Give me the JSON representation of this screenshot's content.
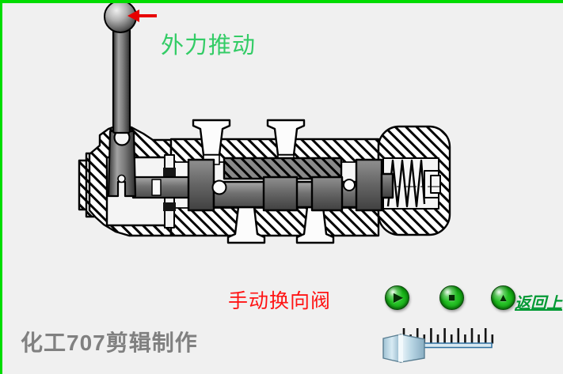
{
  "colors": {
    "frame_green": "#00DC00",
    "force_green": "#33CC66",
    "title_red": "#FF1414",
    "credit_gray": "#808080",
    "link_green": "#009933",
    "arrow_red": "#E80000"
  },
  "annotation": {
    "force_label": "外力推动"
  },
  "caption": {
    "valve_title": "手动换向阀"
  },
  "footer": {
    "credit": "化工707剪辑制作"
  },
  "nav": {
    "back_label": "返回上"
  },
  "player": {
    "play_glyph": "▶",
    "stop_glyph": "■",
    "up_glyph": "▲",
    "slider_tick_count": 14
  }
}
